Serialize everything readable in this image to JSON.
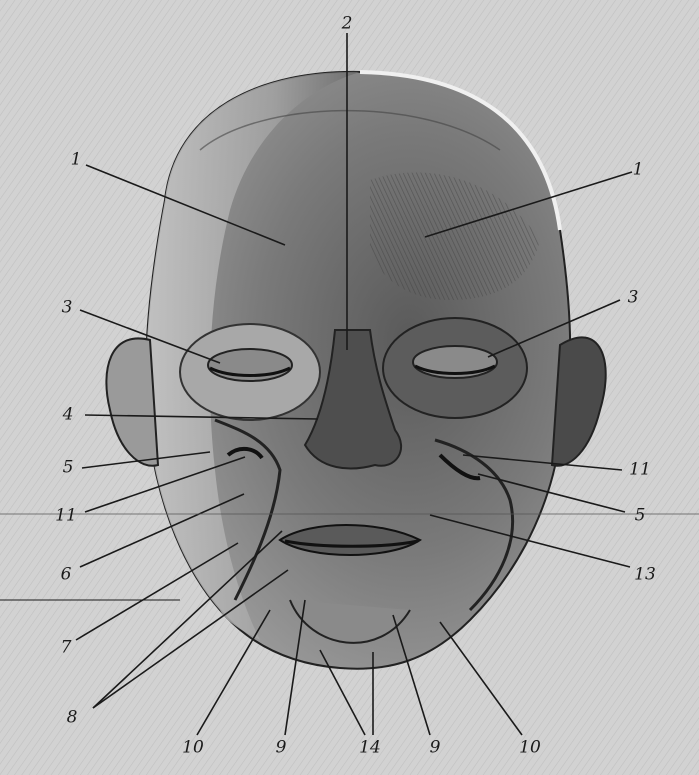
{
  "labels": {
    "l1_left": "1",
    "l1_right": "1",
    "l2": "2",
    "l3_left": "3",
    "l3_right": "3",
    "l4": "4",
    "l5_left": "5",
    "l5_right": "5",
    "l11_left": "11",
    "l11_right": "11",
    "l6": "6",
    "l13": "13",
    "l7": "7",
    "l8": "8",
    "l10_left": "10",
    "l9_left": "9",
    "l14": "14",
    "l9_right": "9",
    "l10_right": "10"
  }
}
